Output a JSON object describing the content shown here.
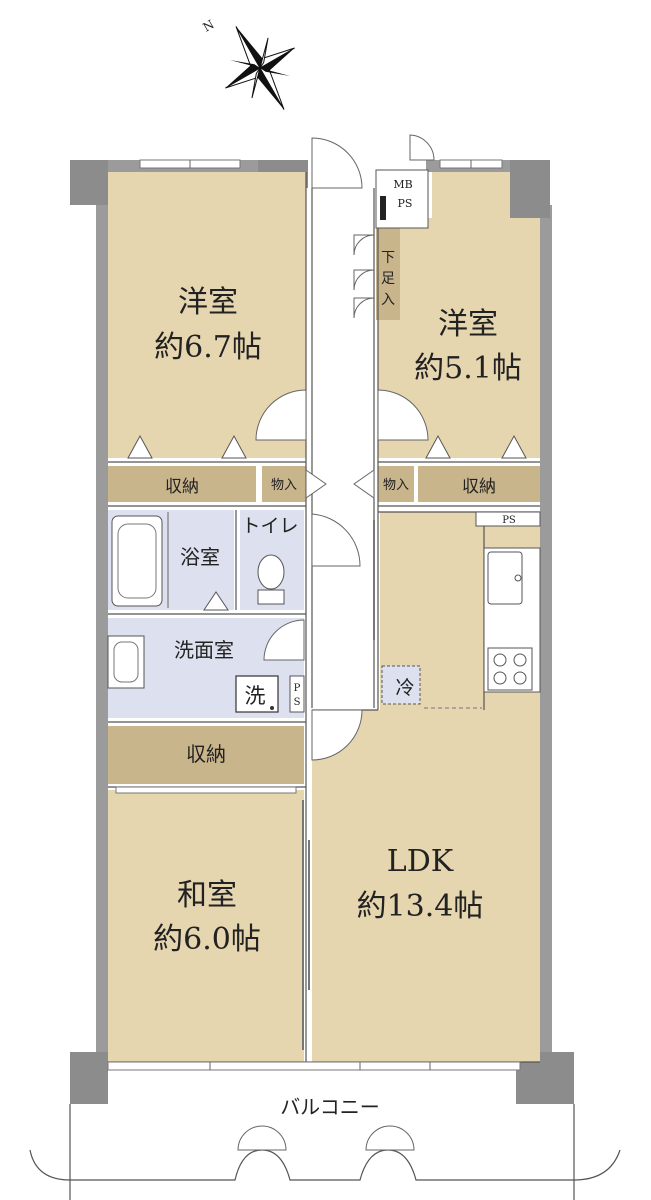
{
  "compass": {
    "north_label": "N",
    "icon": "compass-rose-icon"
  },
  "rooms": {
    "western_a": {
      "name": "洋室",
      "size": "約6.7帖"
    },
    "western_b": {
      "name": "洋室",
      "size": "約5.1帖"
    },
    "japanese": {
      "name": "和室",
      "size": "約6.0帖"
    },
    "ldk": {
      "name": "LDK",
      "size": "約13.4帖"
    },
    "bath": {
      "name": "浴室"
    },
    "toilet": {
      "name": "トイレ"
    },
    "washroom": {
      "name": "洗面室"
    },
    "washer": {
      "name": "洗"
    },
    "fridge": {
      "name": "冷"
    }
  },
  "storage": {
    "closet_left": "収納",
    "closet_right": "収納",
    "closet_middle": "収納",
    "store_left": "物入",
    "store_right": "物入",
    "shoe_box_1": "下",
    "shoe_box_2": "足",
    "shoe_box_3": "入"
  },
  "utility": {
    "mb": "MB",
    "ps_top": "PS",
    "ps_kitchen": "PS",
    "ps_wash_1": "P",
    "ps_wash_2": "S"
  },
  "balcony": {
    "label": "バルコニー"
  }
}
